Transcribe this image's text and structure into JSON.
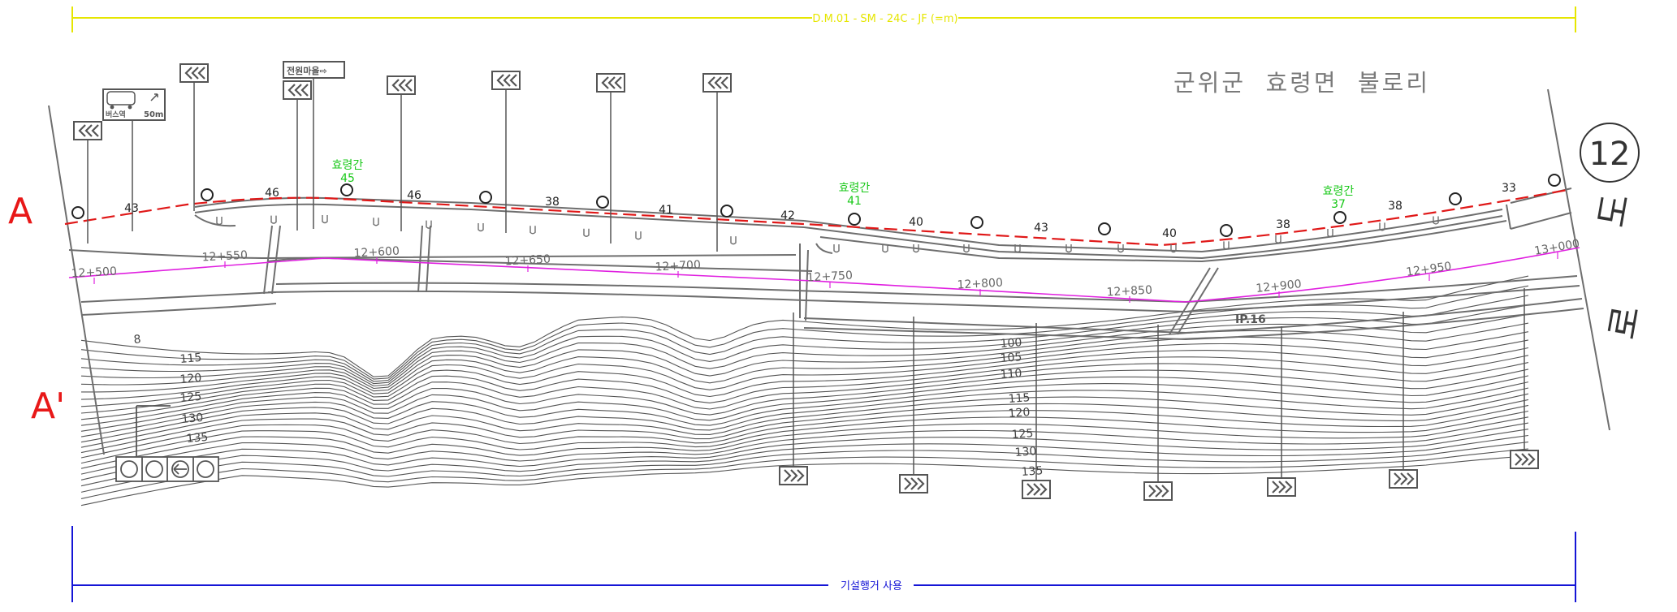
{
  "drawing": {
    "top_dimension_label": "D.M.01 - SM - 24C - JF (=m)",
    "bottom_dimension_label": "기설행거 사용",
    "location_text": "군위군  효령면  불로리",
    "route_number": "12",
    "road_char_1": "도",
    "road_char_2": "로",
    "section_marker_top": "A",
    "section_marker_bottom": "A'",
    "intersection_label": "IP.16",
    "bus_sign_label": "버스역",
    "bus_sign_distance": "50m",
    "village_sign_label": "전원마을⇨"
  },
  "stations": [
    {
      "label": "12+500"
    },
    {
      "label": "12+550"
    },
    {
      "label": "12+600"
    },
    {
      "label": "12+650"
    },
    {
      "label": "12+700"
    },
    {
      "label": "12+750"
    },
    {
      "label": "12+800"
    },
    {
      "label": "12+850"
    },
    {
      "label": "12+900"
    },
    {
      "label": "12+950"
    },
    {
      "label": "13+000"
    }
  ],
  "spacing_labels": [
    {
      "label": "43"
    },
    {
      "label": "46"
    },
    {
      "label": "46"
    },
    {
      "label": "38"
    },
    {
      "label": "41"
    },
    {
      "label": "42"
    },
    {
      "label": "40"
    },
    {
      "label": "43"
    },
    {
      "label": "40"
    },
    {
      "label": "38"
    },
    {
      "label": "38"
    },
    {
      "label": "33"
    }
  ],
  "green_labels": [
    {
      "name": "효령간",
      "num": "45"
    },
    {
      "name": "효령간",
      "num": "41"
    },
    {
      "name": "효령간",
      "num": "37"
    }
  ],
  "contour_labels_left": [
    {
      "label": "8"
    },
    {
      "label": "115"
    },
    {
      "label": "120"
    },
    {
      "label": "125"
    },
    {
      "label": "130"
    },
    {
      "label": "135"
    }
  ],
  "contour_labels_mid": [
    {
      "label": "100"
    },
    {
      "label": "105"
    },
    {
      "label": "110"
    },
    {
      "label": "115"
    },
    {
      "label": "120"
    },
    {
      "label": "125"
    },
    {
      "label": "130"
    },
    {
      "label": "135"
    }
  ],
  "colors": {
    "ink": "#6e6e6e",
    "dimension_top": "#e6e600",
    "dimension_bottom": "#1515d6",
    "guardrail_line": "#e01818",
    "centerline": "#e020e0",
    "green_text": "#18c818",
    "marker_red": "#e81818"
  }
}
